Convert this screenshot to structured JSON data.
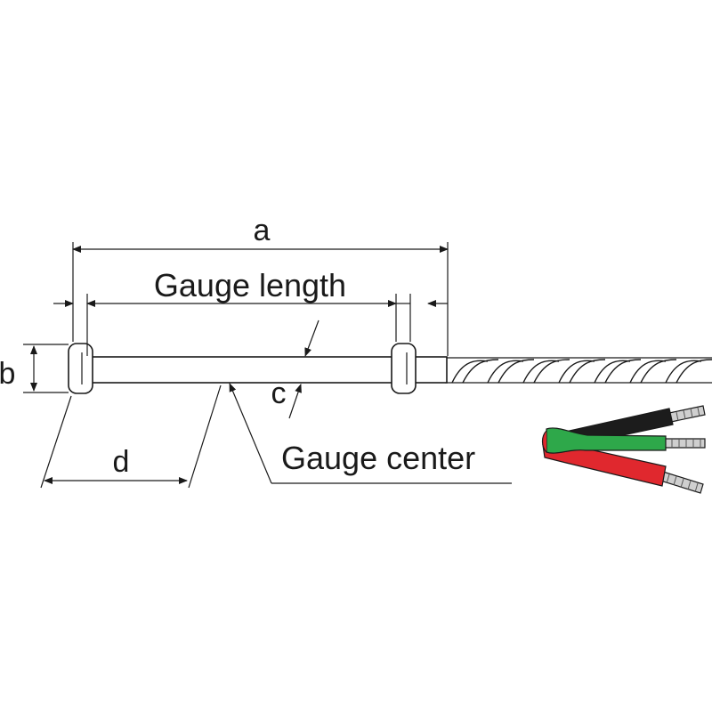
{
  "labels": {
    "a": "a",
    "b": "b",
    "c": "c",
    "d": "d",
    "gauge_length": "Gauge length",
    "gauge_center": "Gauge center"
  },
  "colors": {
    "line": "#1a1a1a",
    "wire_black": "#1c1c1c",
    "wire_green": "#2ea84a",
    "wire_red": "#e0282e",
    "conductor": "#8a8a8a"
  },
  "icons": {
    "lead_wires": "three-lead-wires-icon"
  }
}
